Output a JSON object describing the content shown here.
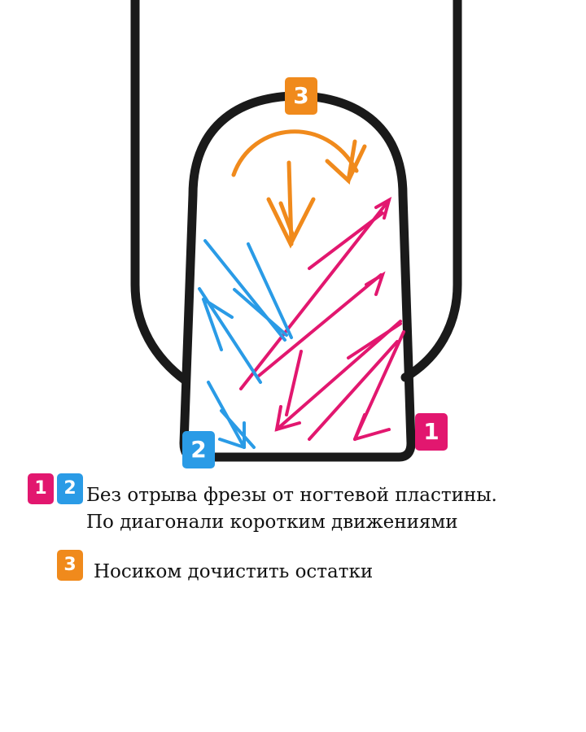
{
  "colors": {
    "step1": "#e2176f",
    "step2": "#2a9be6",
    "step3": "#f08a1c",
    "outline": "#1a1a1a"
  },
  "badges": {
    "step1": "1",
    "step2": "2",
    "step3": "3"
  },
  "legend": {
    "item_12": {
      "badge_a": "1",
      "badge_b": "2",
      "line1": "Без отрыва фрезы от ногтевой пластины.",
      "line2": "По диагонали коротким движениями"
    },
    "item_3": {
      "badge": "3",
      "text": "Носиком дочистить остатки"
    }
  }
}
